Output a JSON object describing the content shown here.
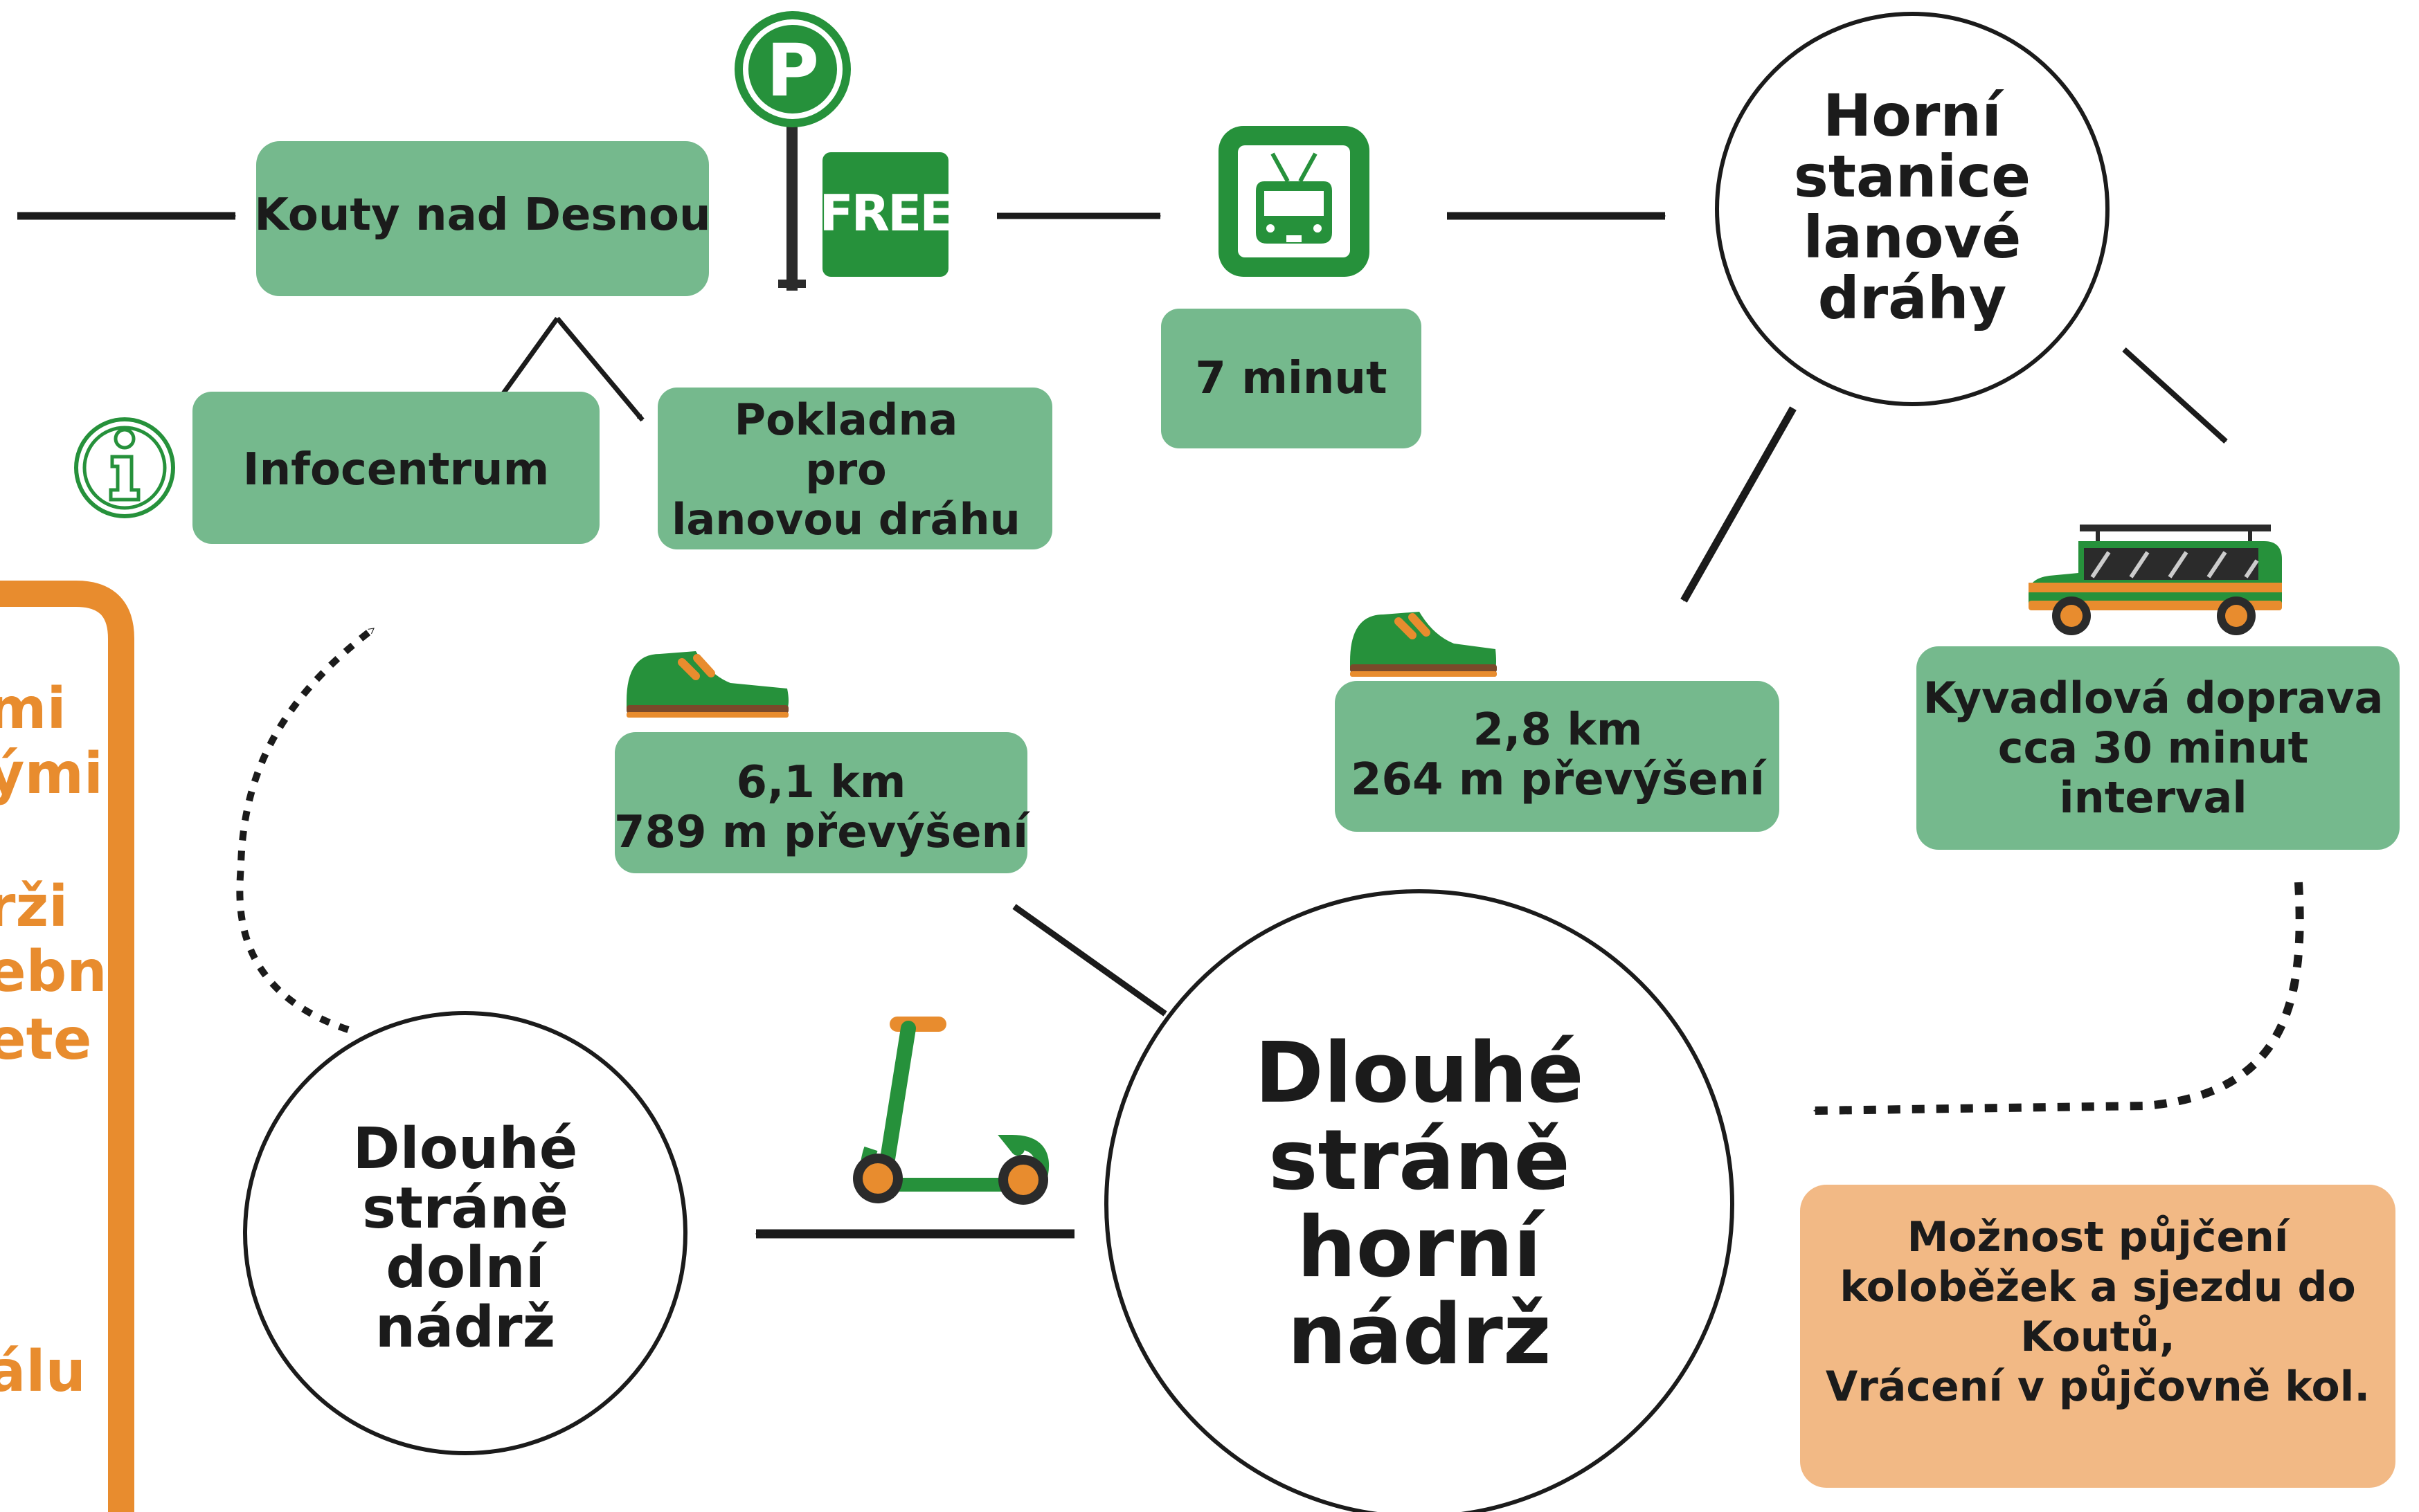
{
  "colors": {
    "green_box": "#75b98d",
    "green_icon": "#26913b",
    "orange": "#e88c2e",
    "peach_box": "#f2b985",
    "text": "#1b1b1b"
  },
  "start": {
    "name": "Kouty nad Desnou"
  },
  "parking": {
    "sign": "P",
    "free_label": "FREE",
    "icon": "parking-sign-icon"
  },
  "infocentrum": {
    "label": "Infocentrum",
    "icon": "info-icon"
  },
  "pokladna": {
    "lines": [
      "Pokladna",
      "pro",
      "lanovou dráhu"
    ]
  },
  "cableway": {
    "icon": "cable-car-icon",
    "duration": "7 minut"
  },
  "upper_station": {
    "lines": [
      "Horní",
      "stanice",
      "lanové",
      "dráhy"
    ]
  },
  "walk_short": {
    "icon": "shoe-icon",
    "lines": [
      "2,8 km",
      "264 m převýšení"
    ]
  },
  "shuttle": {
    "icon": "bus-icon",
    "lines": [
      "Kyvadlová doprava",
      "cca 30 minut",
      "interval"
    ]
  },
  "walk_long": {
    "icon": "shoe-icon",
    "lines": [
      "6,1 km",
      "789 m převýšení"
    ]
  },
  "upper_reservoir": {
    "lines": [
      "Dlouhé",
      "stráně",
      "horní",
      "nádrž"
    ]
  },
  "lower_reservoir": {
    "lines": [
      "Dlouhé",
      "stráně",
      "dolní",
      "nádrž"
    ]
  },
  "scooter": {
    "icon": "scooter-icon"
  },
  "scooter_note": {
    "lines": [
      "Možnost půjčení",
      "koloběžek a sjezdu do",
      "Koutů,",
      "Vrácení v půjčovně kol."
    ]
  },
  "side_panel": {
    "fragments": [
      "mi",
      "ými",
      "rži",
      "ební",
      "ete",
      "álu"
    ]
  }
}
